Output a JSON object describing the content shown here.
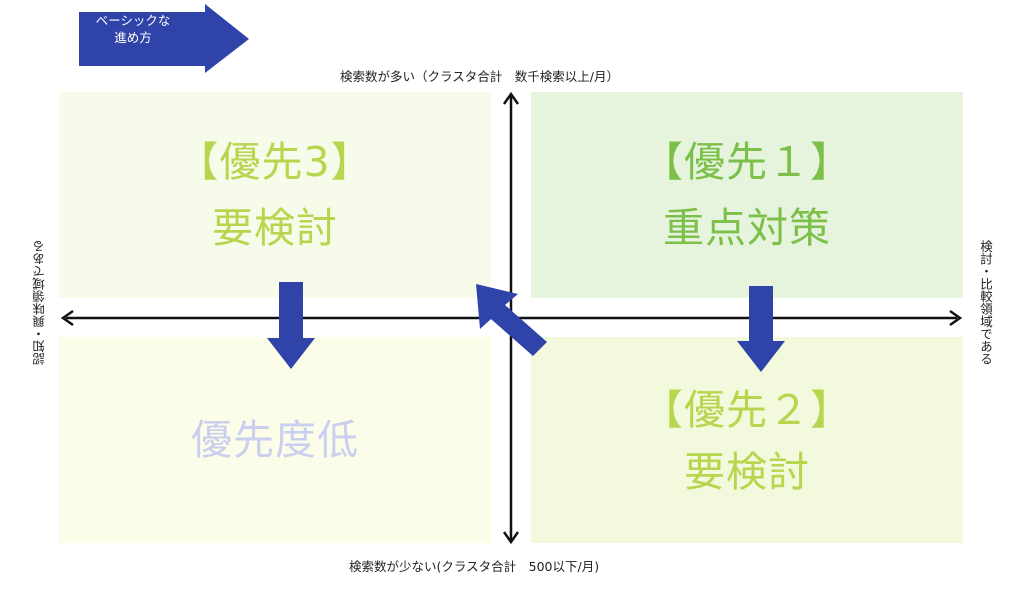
{
  "legend": {
    "line1": "ベーシックな",
    "line2": "進め方"
  },
  "axes": {
    "top": "検索数が多い（クラスタ合計　数千検索以上/月）",
    "bottom": "検索数が少ない(クラスタ合計　500以下/月)",
    "left": "認知・興味領域である",
    "right": "検討・比較領域である"
  },
  "quadrants": {
    "top_left": {
      "line1": "【優先3】",
      "line2": "要検討"
    },
    "top_right": {
      "line1": "【優先１】",
      "line2": "重点対策"
    },
    "bottom_right": {
      "line1": "【優先２】",
      "line2": "要検討"
    },
    "bottom_left": {
      "line1": "優先度低"
    }
  },
  "colors": {
    "arrow_blue": "#2f43a8",
    "priority_green": "#7cc04a",
    "priority_yellow_green": "#b6d64e",
    "low_priority_lavender": "#c9cfee",
    "axis": "#111111"
  }
}
